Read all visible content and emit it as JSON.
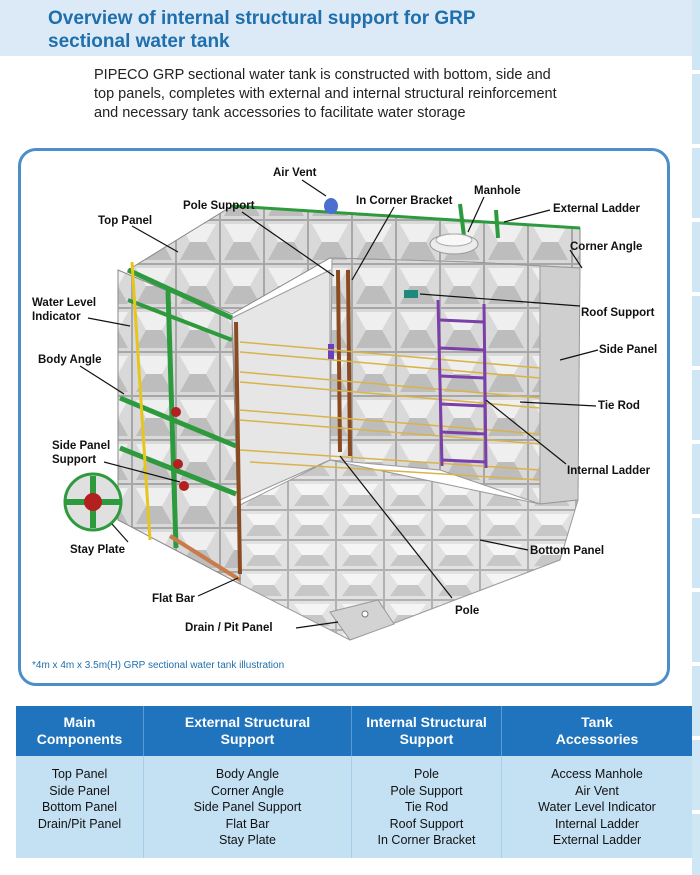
{
  "header": {
    "title_line1": "Overview of internal structural support for GRP",
    "title_line2": "sectional water tank"
  },
  "intro": {
    "line1": "PIPECO GRP sectional water tank is constructed with bottom, side and",
    "line2": "top panels, completes with external and internal structural reinforcement",
    "line3": "and necessary tank  accessories to facilitate water storage"
  },
  "diagram": {
    "labels": {
      "air_vent": "Air Vent",
      "manhole": "Manhole",
      "in_corner_bracket": "In Corner Bracket",
      "pole_support": "Pole Support",
      "top_panel": "Top Panel",
      "external_ladder": "External Ladder",
      "corner_angle": "Corner Angle",
      "water_level_indicator_1": "Water Level",
      "water_level_indicator_2": "Indicator",
      "roof_support": "Roof Support",
      "body_angle": "Body Angle",
      "side_panel": "Side Panel",
      "tie_rod": "Tie Rod",
      "side_panel_support_1": "Side Panel",
      "side_panel_support_2": "Support",
      "internal_ladder": "Internal Ladder",
      "stay_plate": "Stay Plate",
      "bottom_panel": "Bottom Panel",
      "flat_bar": "Flat Bar",
      "pole": "Pole",
      "drain_pit_panel": "Drain / Pit Panel"
    },
    "caption": "*4m x 4m x 3.5m(H) GRP sectional water tank illustration"
  },
  "table": {
    "headers": [
      {
        "line1": "Main",
        "line2": "Components"
      },
      {
        "line1": "External Structural",
        "line2": "Support"
      },
      {
        "line1": "Internal Structural",
        "line2": "Support"
      },
      {
        "line1": "Tank",
        "line2": "Accessories"
      }
    ],
    "columns": [
      [
        "Top Panel",
        "Side Panel",
        "Bottom Panel",
        "Drain/Pit Panel"
      ],
      [
        "Body Angle",
        "Corner Angle",
        "Side Panel Support",
        "Flat Bar",
        "Stay Plate"
      ],
      [
        "Pole",
        "Pole Support",
        "Tie Rod",
        "Roof Support",
        "In Corner Bracket"
      ],
      [
        "Access Manhole",
        "Air Vent",
        "Water Level Indicator",
        "Internal Ladder",
        "External Ladder"
      ]
    ]
  },
  "colors": {
    "title_blue": "#1f6fad",
    "frame_blue": "#4a8fc9",
    "table_header": "#1f74bd",
    "table_body": "#c4e1f4",
    "angle_green": "#2e9a3e",
    "ladder_purple": "#7a3fa8",
    "pole_brown": "#8a4a22",
    "indicator_yellow": "#e6c61e"
  }
}
